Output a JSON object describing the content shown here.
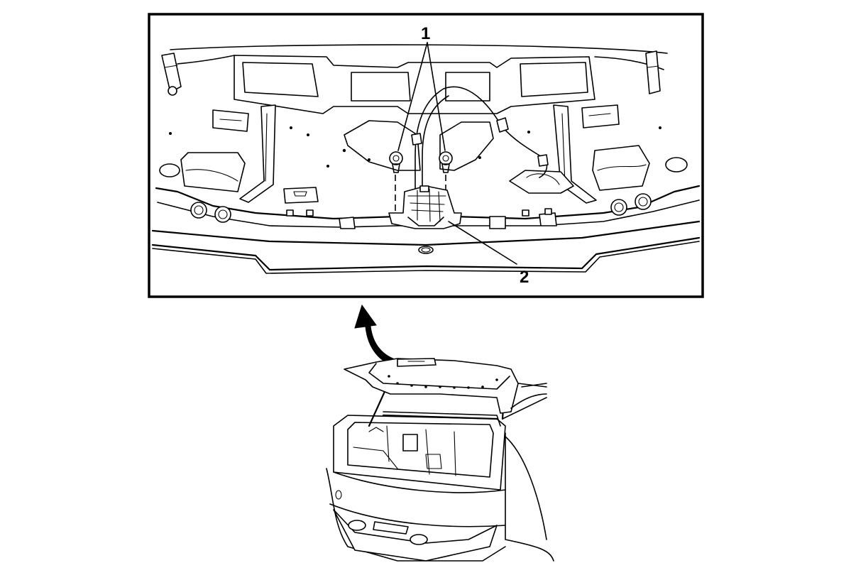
{
  "callouts": [
    {
      "number": "1",
      "part": "fasteners"
    },
    {
      "number": "2",
      "part": "latch-assembly"
    }
  ],
  "arrow": {
    "direction": "up",
    "meaning": "detail-view-of-open-decklid"
  }
}
